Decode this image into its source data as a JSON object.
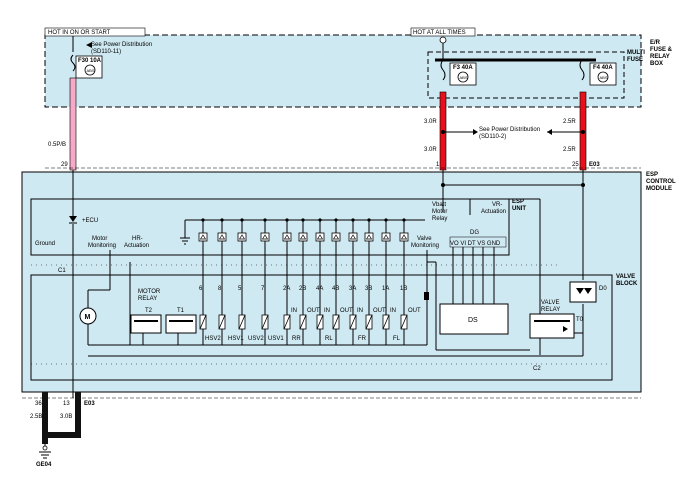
{
  "colors": {
    "module_fill": "#cfe9f2",
    "wire_red": "#e8101a",
    "wire_pink": "#f7a9c8",
    "wire_black": "#111111",
    "line": "#000000"
  },
  "labels": {
    "hot_ign": "HOT IN ON OR START",
    "hot_all": "HOT AT ALL TIMES",
    "see_pd_1": "See Power Distribution",
    "see_pd_1b": "(SD110-11)",
    "fuse_f30": "F30 10A",
    "fuse_f3": "F3 40A",
    "fuse_f4": "F4 40A",
    "abs": "ABS",
    "er_fuse": "E/R",
    "er_fuse2": "FUSE &",
    "er_fuse3": "RELAY",
    "er_fuse4": "BOX",
    "multi_fuse": "MULTI",
    "multi_fuse2": "FUSE",
    "see_pd_2": "See Power Distribution",
    "see_pd_2b": "(SD110-2)",
    "w_05pb": "0.5P/B",
    "w_30r_a": "3.0R",
    "w_30r_b": "3.0R",
    "w_25r_a": "2.5R",
    "w_25r_b": "2.5R",
    "pin_29": "29",
    "pin_1": "1",
    "pin_25": "25",
    "conn_e03": "E03",
    "esp_ctrl": "ESP",
    "esp_ctrl2": "CONTROL",
    "esp_ctrl3": "MODULE",
    "esp_unit": "ESP",
    "esp_unit2": "UNIT",
    "vbatt1": "Vbatt",
    "vbatt2": "Motor",
    "vbatt3": "Relay",
    "vr1": "VR-",
    "vr2": "Actuation",
    "dg": "DG",
    "dg_pins": "VO VI DT VS GND",
    "ecu": "+ECU",
    "ground": "Ground",
    "motor_mon1": "Motor",
    "motor_mon2": "Monitoring",
    "hr1": "HR-",
    "hr2": "Actuation",
    "valve_mon1": "Valve",
    "valve_mon2": "Monitoring",
    "c1": "C1",
    "c2": "C2",
    "valve_block": "VALVE",
    "valve_block2": "BLOCK",
    "motor_relay": "MOTOR",
    "motor_relay2": "RELAY",
    "t2": "T2",
    "t1": "T1",
    "t0": "T0",
    "d0": "D0",
    "valve_relay": "VALVE",
    "valve_relay2": "RELAY",
    "m": "M",
    "ds": "DS",
    "valve_nums": [
      "6",
      "8",
      "5",
      "7",
      "2A",
      "2B",
      "4A",
      "4B",
      "3A",
      "3B",
      "1A",
      "1B"
    ],
    "valve_names": [
      "HSV2",
      "HSV1",
      "USV2",
      "USV1",
      "RR",
      "RL",
      "FR",
      "FL"
    ],
    "in": "IN",
    "out": "OUT",
    "pin_36": "36",
    "pin_13": "13",
    "w_25b": "2.5B",
    "w_30b": "3.0B",
    "conn_e03_b": "E03",
    "ge04": "GE04"
  }
}
